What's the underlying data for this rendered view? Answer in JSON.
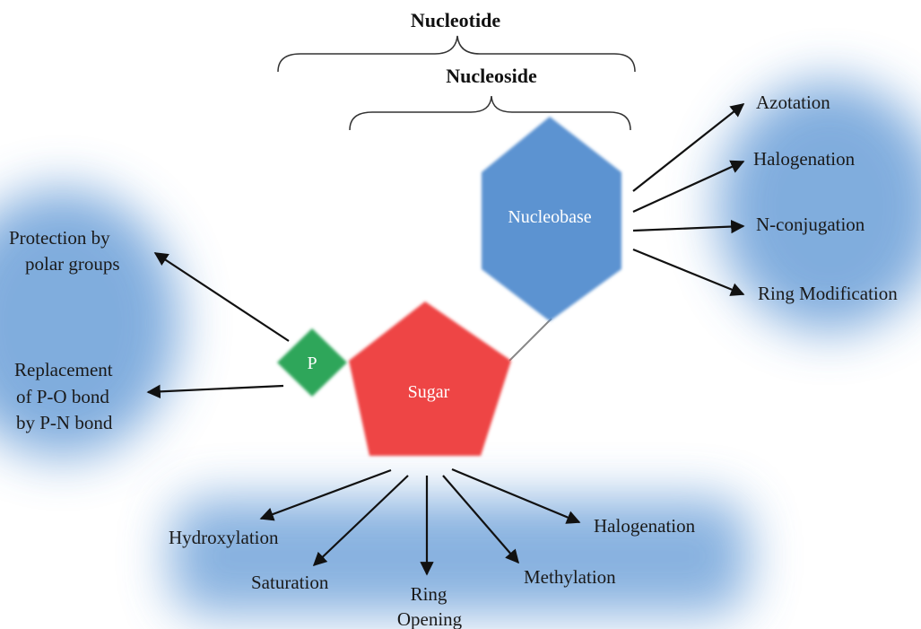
{
  "title": "Nucleotide",
  "subtitle": "Nucleoside",
  "nodes": {
    "nucleobase": "Nucleobase",
    "sugar": "Sugar",
    "phosphate": "P"
  },
  "nucleobase_mods": [
    "Azotation",
    "Halogenation",
    "N-conjugation",
    "Ring Modification"
  ],
  "phosphate_mods": {
    "protection": [
      "Protection by",
      "polar groups"
    ],
    "replacement": [
      "Replacement",
      "of P-O bond",
      "by P-N bond"
    ]
  },
  "sugar_mods": {
    "hydroxylation": "Hydroxylation",
    "saturation": "Saturation",
    "ring_opening": [
      "Ring",
      "Opening"
    ],
    "methylation": "Methylation",
    "halogenation": "Halogenation"
  },
  "colors": {
    "nucleobase": "#5b93d1",
    "sugar": "#ee4444",
    "phosphate": "#2da65a",
    "cloud": "#6b9fd8"
  }
}
